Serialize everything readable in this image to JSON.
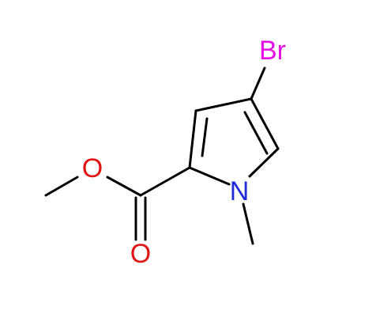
{
  "molecule": {
    "atoms": {
      "bromine": "Br",
      "ring_nitrogen": "N",
      "ether_oxygen": "O",
      "carbonyl_oxygen": "O"
    },
    "colors": {
      "bond": "#000000",
      "bromine": "#e60fe6",
      "nitrogen": "#1f2bd8",
      "oxygen": "#e01414"
    }
  }
}
